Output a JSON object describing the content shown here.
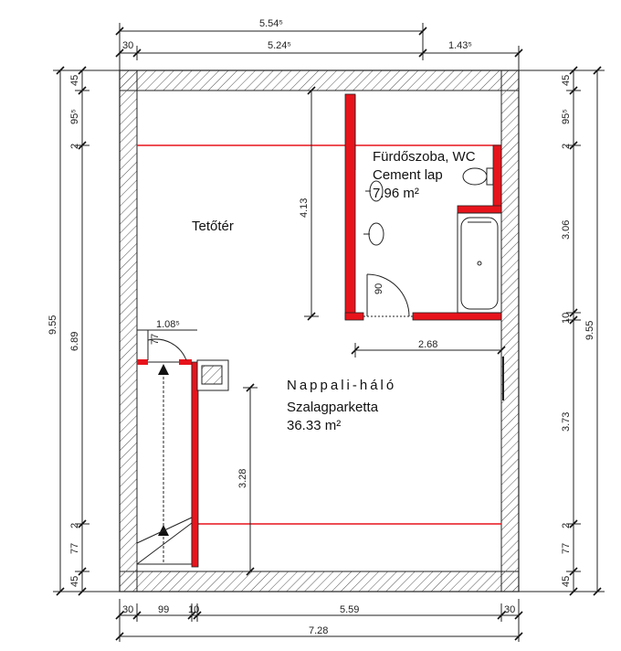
{
  "colors": {
    "accent_wall": "#e8141c",
    "line": "#222222",
    "hatch": "#555555",
    "background": "#ffffff"
  },
  "rooms": {
    "attic": {
      "name": "Tetőtér"
    },
    "bathroom": {
      "name": "Fürdőszoba, WC",
      "finish": "Cement lap",
      "area": "7.96 m²"
    },
    "living": {
      "name": "Nappali-háló",
      "finish": "Szalagparketta",
      "area": "36.33 m²"
    }
  },
  "dimensions": {
    "top_total": "5.54⁵",
    "top_left": "30",
    "top_mid": "5.24⁵",
    "top_right": "1.43⁵",
    "bottom_a": "30",
    "bottom_b": "99",
    "bottom_c": "10",
    "bottom_d": "5.59",
    "bottom_e": "30",
    "bottom_total": "7.28",
    "left_a": "45",
    "left_b": "95⁵",
    "left_c": "2",
    "left_d": "6.89",
    "left_e": "2",
    "left_f": "77",
    "left_g": "45",
    "left_total": "9.55",
    "right_a": "45",
    "right_b": "95⁵",
    "right_c": "2",
    "right_d": "3.06",
    "right_e": "10",
    "right_f": "3.73",
    "right_g": "2",
    "right_h": "77",
    "right_i": "45",
    "right_total": "9.55",
    "inner_413": "4.13",
    "inner_268": "2.68",
    "inner_328": "3.28",
    "door_90": "90",
    "stair_108": "1.08⁵",
    "stair_77": "77"
  }
}
